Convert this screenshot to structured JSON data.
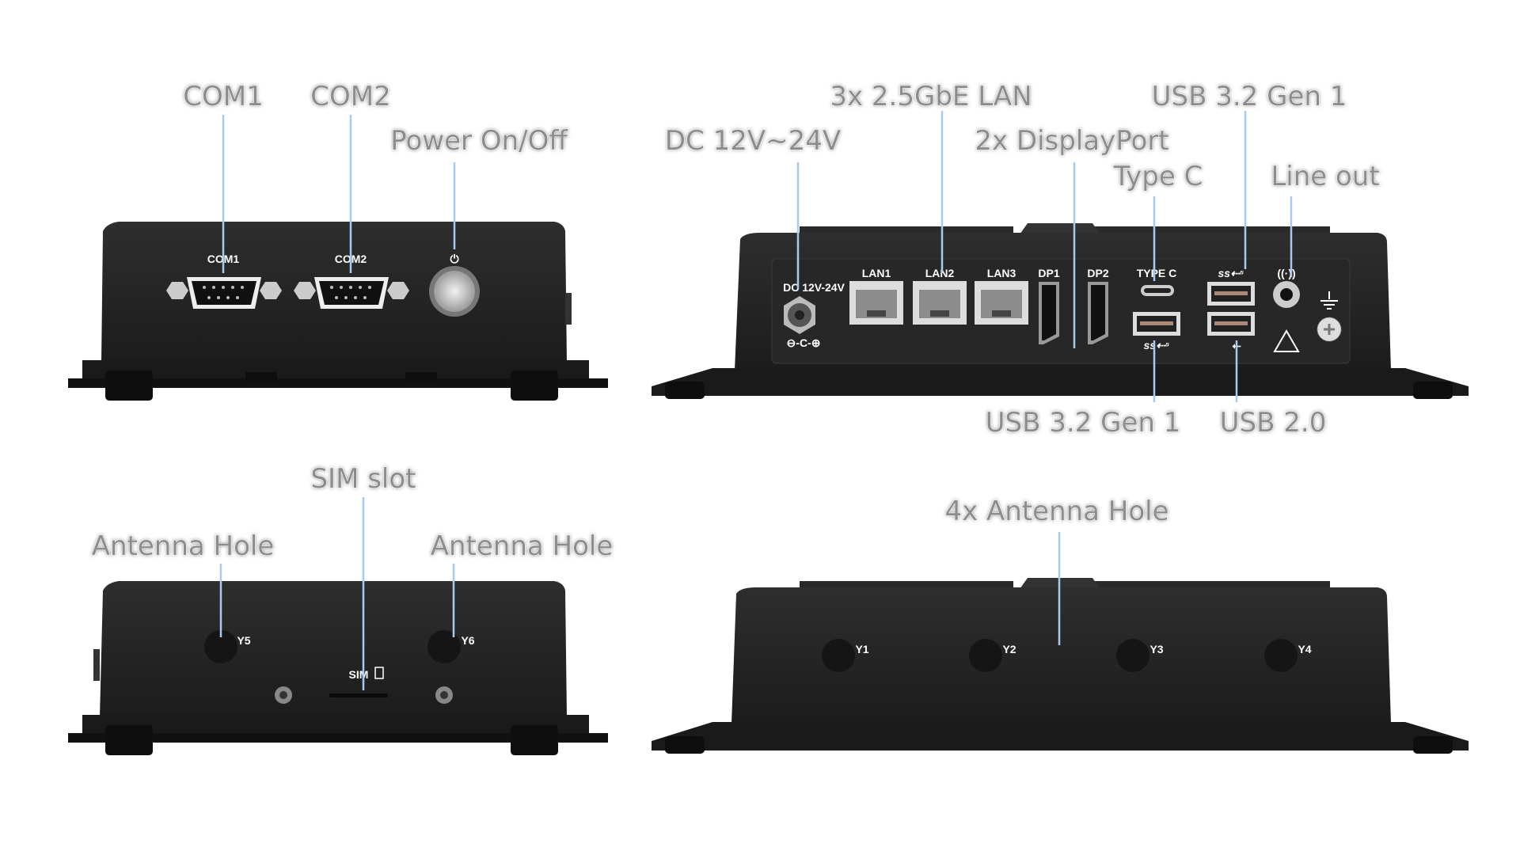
{
  "views": {
    "front": {
      "callouts": {
        "com1": "COM1",
        "com2": "COM2",
        "power": "Power On/Off"
      },
      "port_labels": {
        "com1": "COM1",
        "com2": "COM2",
        "power_symbol": "⏻"
      }
    },
    "rear": {
      "callouts": {
        "lan": "3x 2.5GbE LAN",
        "usb_top": "USB 3.2 Gen 1",
        "dc": "DC 12V~24V",
        "displayport": "2x DisplayPort",
        "typec": "Type C",
        "lineout": "Line out",
        "usb_bottom": "USB 3.2 Gen 1",
        "usb2": "USB 2.0"
      },
      "port_labels": {
        "dc": "DC 12V-24V",
        "lan1": "LAN1",
        "lan2": "LAN2",
        "lan3": "LAN3",
        "dp1": "DP1",
        "dp2": "DP2",
        "typec": "TYPE C",
        "ss_top": "ss⇠⁵",
        "ss_bottom": "ss⇠⁵",
        "usb2_symbol": "⭠",
        "audio_symbol": "((·))",
        "dc_polarity": "⊖-C-⊕"
      }
    },
    "left_side": {
      "callouts": {
        "sim": "SIM slot",
        "antenna_left": "Antenna Hole",
        "antenna_right": "Antenna Hole"
      },
      "port_labels": {
        "ant5": "Y5",
        "ant6": "Y6",
        "sim": "SIM"
      }
    },
    "right_side": {
      "callouts": {
        "antennas": "4x Antenna Hole"
      },
      "port_labels": {
        "ant1": "Y1",
        "ant2": "Y2",
        "ant3": "Y3",
        "ant4": "Y4"
      }
    }
  },
  "colors": {
    "leader_line": "#a9c9f2",
    "callout_text": "#8c8c8c",
    "chassis": "#232323"
  }
}
